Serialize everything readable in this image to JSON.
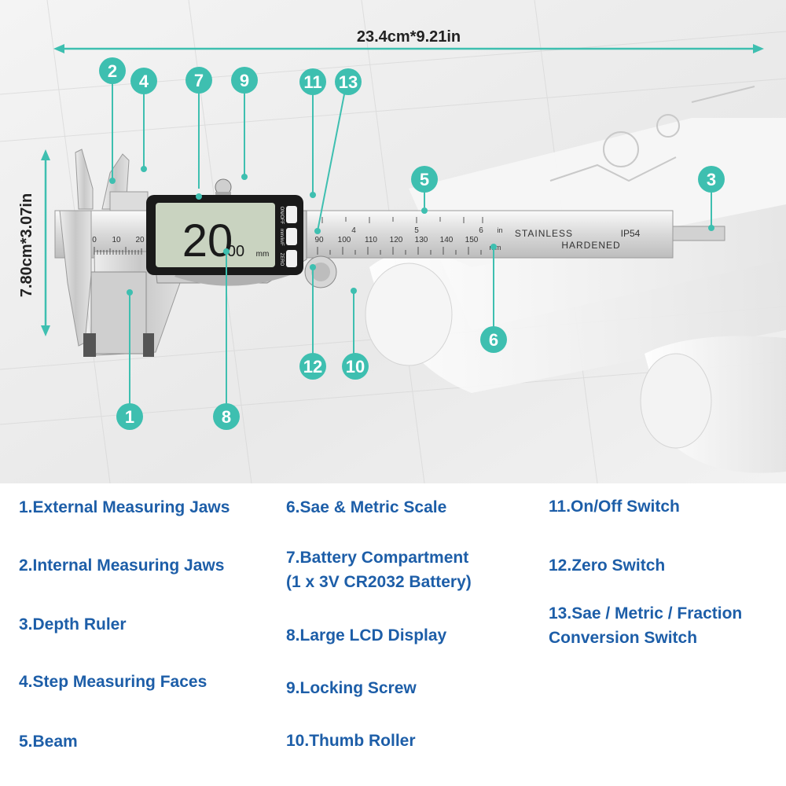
{
  "dimensions": {
    "width_label": "23.4cm*9.21in",
    "height_label": "7.80cm*3.07in"
  },
  "caliper": {
    "lcd_reading_main": "20",
    "lcd_reading_decimal": "00",
    "lcd_unit": "mm",
    "button_on_off": "ON/OFF",
    "button_mode": "mm/in/F",
    "button_zero": "ZERO",
    "beam_text_stainless": "STAINLESS",
    "beam_text_hardened": "HARDENED",
    "beam_text_rating": "IP54",
    "unit_in": "in",
    "unit_mm": "mm",
    "metric_scale": [
      "0",
      "10",
      "20",
      "90",
      "100",
      "110",
      "120",
      "130",
      "140",
      "150"
    ],
    "inch_scale": [
      "4",
      "5",
      "6"
    ]
  },
  "callouts": [
    "1",
    "2",
    "3",
    "4",
    "5",
    "6",
    "7",
    "8",
    "9",
    "10",
    "11",
    "12",
    "13"
  ],
  "colors": {
    "accent": "#3ebfb0",
    "legend_text": "#1d5ea8",
    "lcd_background": "#c9d3c0"
  },
  "legend": {
    "col1": [
      "1.External Measuring Jaws",
      "2.Internal Measuring Jaws",
      "3.Depth Ruler",
      "4.Step Measuring Faces",
      "5.Beam"
    ],
    "col2": [
      "6.Sae & Metric Scale",
      "7.Battery Compartment\n(1 x 3V CR2032 Battery)",
      "8.Large LCD Display",
      "9.Locking Screw",
      "10.Thumb Roller"
    ],
    "col3": [
      "11.On/Off Switch",
      "12.Zero Switch",
      "13.Sae / Metric / Fraction\nConversion Switch"
    ]
  }
}
